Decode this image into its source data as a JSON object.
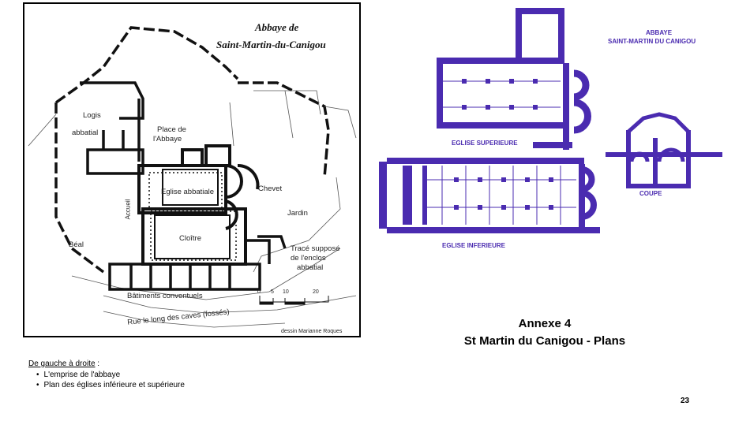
{
  "left_plan": {
    "title_line1": "Abbaye de",
    "title_line2": "Saint-Martin-du-Canigou",
    "labels": {
      "logis": "Logis",
      "abbatial": "abbatial",
      "place": "Place de",
      "place2": "l'Abbaye",
      "eglise": "Eglise abbatiale",
      "accueil": "Accueil",
      "chevet": "Chevet",
      "jardin": "Jardin",
      "cloitre": "Cloître",
      "beal": "Béal",
      "trace1": "Tracé supposé",
      "trace2": "de l'enclos",
      "trace3": "abbatial",
      "batiments": "Bâtiments conventuels",
      "rue": "Rue le long des caves (fossés)",
      "credit": "dessin Marianne Roques",
      "scale": [
        "0",
        "5",
        "10",
        "20"
      ]
    }
  },
  "right_plans": {
    "title_line1": "ABBAYE",
    "title_line2": "SAINT-MARTIN DU CANIGOU",
    "upper": "EGLISE SUPERIEURE",
    "lower": "EGLISE INFERIEURE",
    "section": "COUPE",
    "color": "#4a2bb0"
  },
  "annexe": {
    "line1": "Annexe 4",
    "line2": "St Martin du Canigou - Plans"
  },
  "caption": {
    "heading": "De gauche à droite",
    "heading_suffix": " :",
    "items": [
      "L'emprise de l'abbaye",
      "Plan des églises inférieure et supérieure"
    ]
  },
  "page_number": "23"
}
